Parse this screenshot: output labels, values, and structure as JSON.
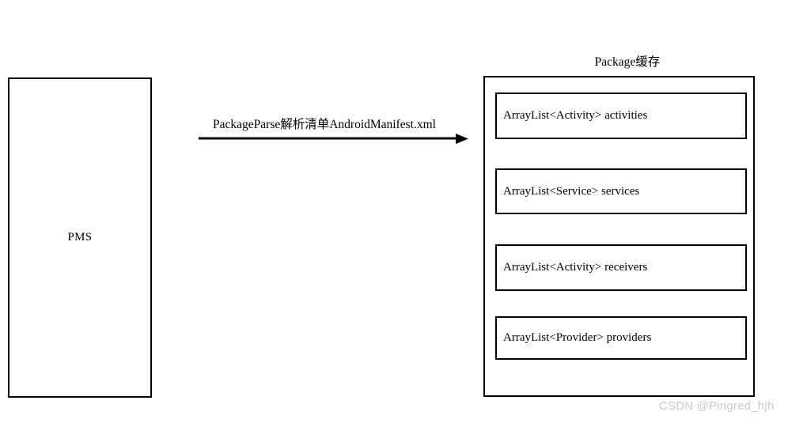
{
  "diagram": {
    "source_node": {
      "label": "PMS"
    },
    "edge": {
      "label": "PackageParse解析清单AndroidManifest.xml",
      "direction": "left-to-right",
      "arrowhead": "arrow-right-icon"
    },
    "target_group": {
      "title": "Package缓存",
      "items": [
        {
          "label": "ArrayList<Activity> activities"
        },
        {
          "label": "ArrayList<Service> services"
        },
        {
          "label": "ArrayList<Activity> receivers"
        },
        {
          "label": "ArrayList<Provider> providers"
        }
      ]
    }
  },
  "watermark": {
    "text": "CSDN @Pingred_hjh"
  },
  "colors": {
    "stroke": "#000000",
    "background": "#ffffff",
    "watermark": "#c9c9c9"
  }
}
